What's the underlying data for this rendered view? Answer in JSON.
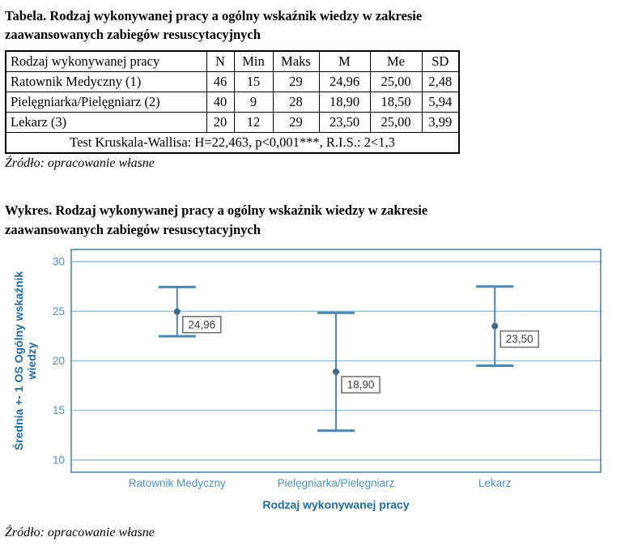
{
  "table_section": {
    "title": "Tabela. Rodzaj wykonywanej pracy a ogólny wskaźnik wiedzy w zakresie\nzaawansowanych zabiegów resuscytacyjnych",
    "columns": [
      "Rodzaj wykonywanej pracy",
      "N",
      "Min",
      "Maks",
      "M",
      "Me",
      "SD"
    ],
    "rows": [
      [
        "Ratownik Medyczny (1)",
        "46",
        "15",
        "29",
        "24,96",
        "25,00",
        "2,48"
      ],
      [
        "Pielęgniarka/Pielęgniarz (2)",
        "40",
        "9",
        "28",
        "18,90",
        "18,50",
        "5,94"
      ],
      [
        "Lekarz (3)",
        "20",
        "12",
        "29",
        "23,50",
        "25,00",
        "3,99"
      ]
    ],
    "footer": "Test Kruskala-Wallisa: H=22,463, p<0,001***, R.I.S.: 2<1,3",
    "source": "Źródło: opracowanie własne"
  },
  "chart_section": {
    "title": "Wykres. Rodzaj wykonywanej pracy a ogólny wskaźnik wiedzy w zakresie\nzaawansowanych zabiegów resuscytacyjnych",
    "source": "Źródło: opracowanie własne"
  },
  "chart_data": {
    "type": "errorbar",
    "categories": [
      "Ratownik Medyczny",
      "Pielęgniarka/Pielęgniarz",
      "Lekarz"
    ],
    "series": [
      {
        "name": "Średnia ± 1 OS",
        "means": [
          24.96,
          18.9,
          23.5
        ],
        "sds": [
          2.48,
          5.94,
          3.99
        ],
        "value_labels": [
          "24,96",
          "18,90",
          "23,50"
        ]
      }
    ],
    "xlabel": "Rodzaj wykonywanej pracy",
    "ylabel": "Średnia +- 1 OS Ogólny wskaźnik wiedzy",
    "ylabel_lines": [
      "Średnia +- 1 OS Ogólny wskaźnik",
      "wiedzy"
    ],
    "yticks": [
      10,
      15,
      20,
      25,
      30
    ],
    "ylim": [
      8.77,
      31.23
    ],
    "grid": true,
    "legend": "none",
    "colors": {
      "line": "#4e87ae",
      "grid": "#8ab9d4",
      "tick_label": "#4e93bd",
      "axis_title": "#1e6ca4",
      "marker": "#3d6a88",
      "label_box_border": "#6e6e6e",
      "label_text": "#3c3c3c",
      "plot_bg": "#ffffff"
    }
  }
}
